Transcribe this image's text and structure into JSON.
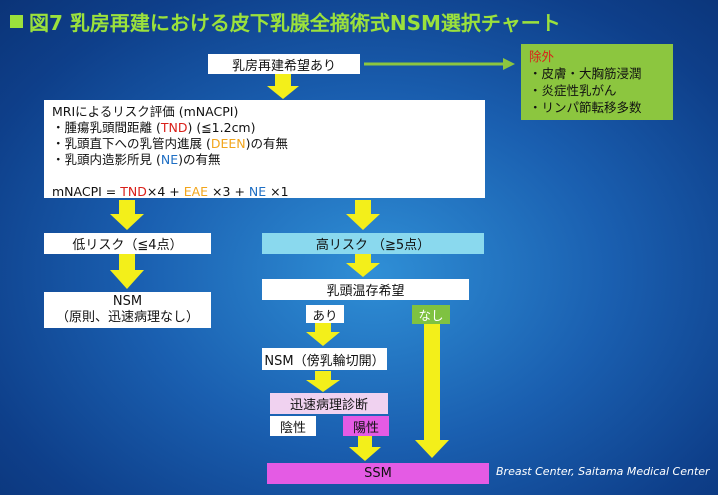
{
  "title": "図7 乳房再建における皮下乳腺全摘術式NSM選択チャート",
  "colors": {
    "title": "#9be13c",
    "arrow_yellow": "#f3ef1a",
    "arrow_green": "#8cc63f",
    "accent_red": "#d9201a",
    "accent_orange": "#f2a51c",
    "accent_blue": "#1f6fc4"
  },
  "nodes": {
    "start": "乳房再建希望あり",
    "exclusion": {
      "heading": "除外",
      "items": [
        "・皮膚・大胸筋浸潤",
        "・炎症性乳がん",
        "・リンパ節転移多数"
      ]
    },
    "mri": {
      "line1": "MRIによるリスク評価 (mNACPI)",
      "line2": {
        "prefix": "・腫瘍乳頭間距離 (",
        "code": "TND",
        "suffix": ") (≦1.2cm)"
      },
      "line3": {
        "prefix": "・乳頭直下への乳管内進展 (",
        "code": "DEEN",
        "suffix": ")の有無"
      },
      "line4": {
        "prefix": "・乳頭内造影所見 (",
        "code": "NE",
        "suffix": ")の有無"
      },
      "formula": {
        "lhs": "mNACPI = ",
        "t1": "TND",
        "w1": "×4 + ",
        "t2": "EAE",
        "w2": " ×3 + ",
        "t3": "NE",
        "w3": " ×1"
      }
    },
    "low_risk": "低リスク（≦4点）",
    "high_risk": "高リスク （≧5点）",
    "nsm_low": {
      "line1": "NSM",
      "line2": "（原則、迅速病理なし）"
    },
    "nipple_preserve": "乳頭温存希望",
    "yes": "あり",
    "no": "なし",
    "nsm_ring": "NSM（傍乳輪切開）",
    "rapid_path": "迅速病理診断",
    "negative": "陰性",
    "positive": "陽性",
    "ssm": "SSM"
  },
  "credit": "Breast Center, Saitama Medical Center"
}
